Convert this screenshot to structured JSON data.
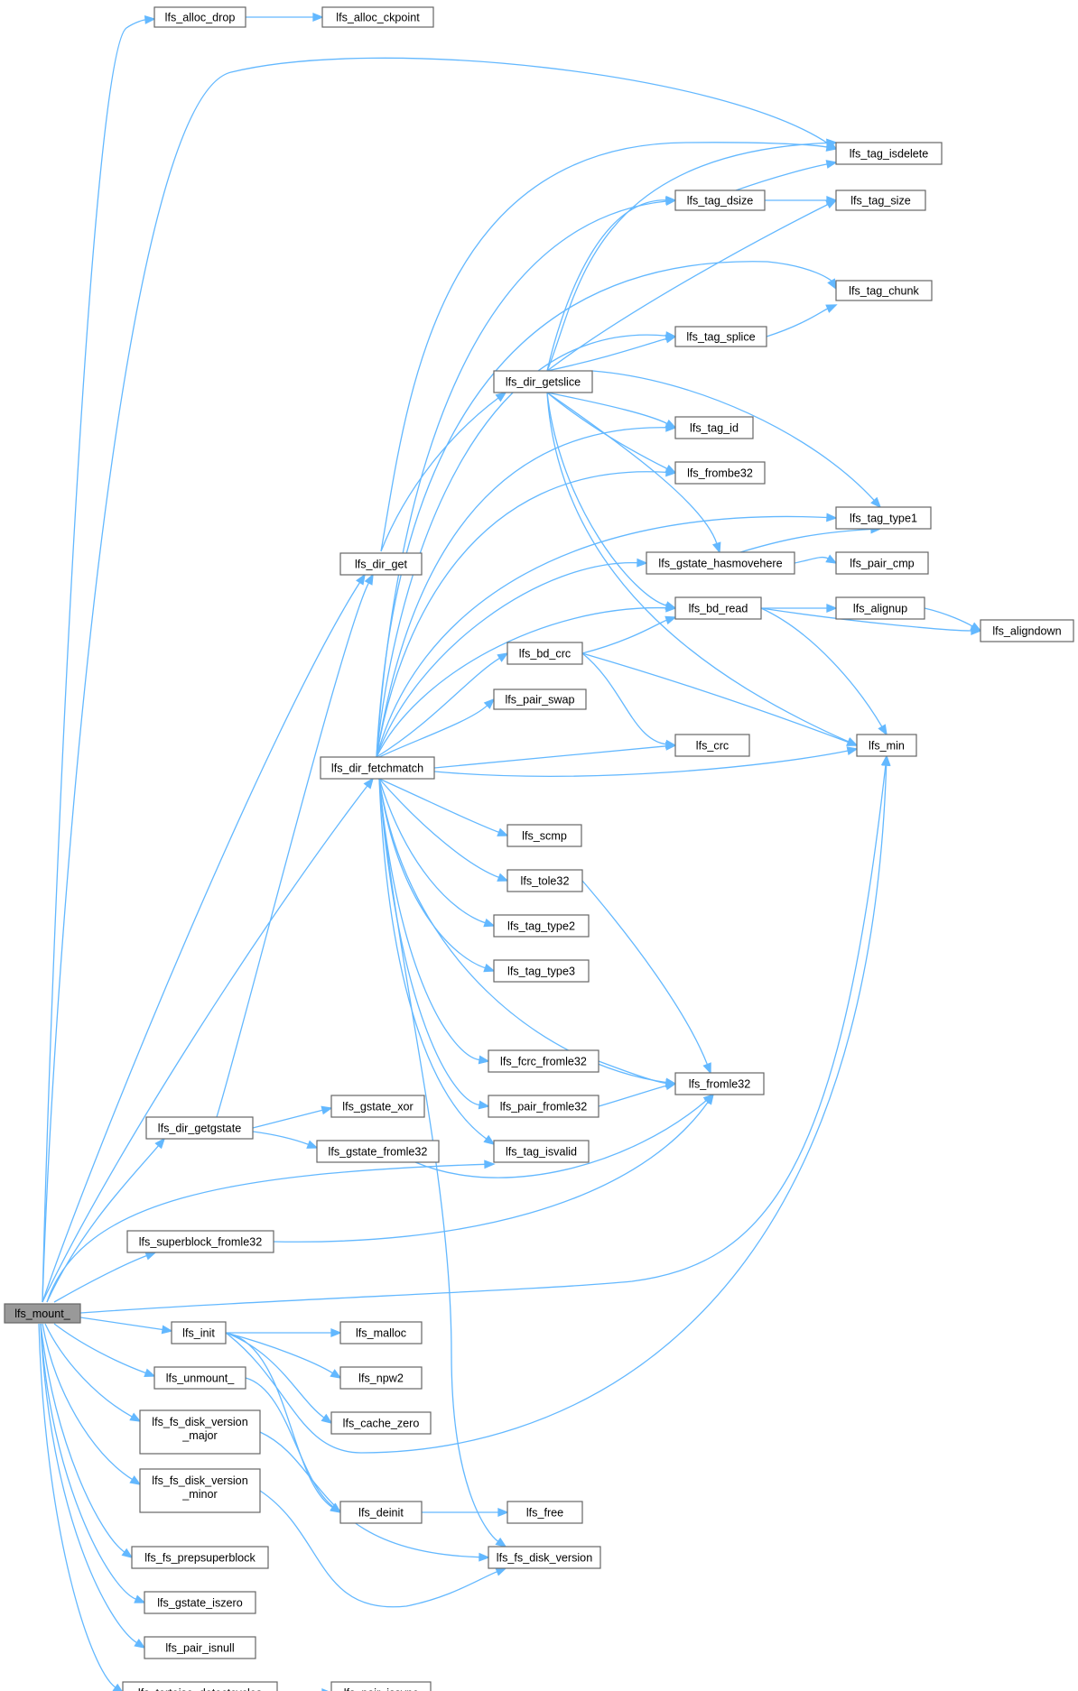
{
  "colors": {
    "edge": "#63b8ff",
    "node_border": "#666666",
    "root_fill": "#999999",
    "node_fill": "#ffffff"
  },
  "nodes": {
    "mount": [
      "lfs_mount_"
    ],
    "alloc_drop": [
      "lfs_alloc_drop"
    ],
    "alloc_ckpoint": [
      "lfs_alloc_ckpoint"
    ],
    "tag_isdelete": [
      "lfs_tag_isdelete"
    ],
    "tag_dsize": [
      "lfs_tag_dsize"
    ],
    "tag_size": [
      "lfs_tag_size"
    ],
    "tag_chunk": [
      "lfs_tag_chunk"
    ],
    "tag_splice": [
      "lfs_tag_splice"
    ],
    "dir_getslice": [
      "lfs_dir_getslice"
    ],
    "tag_id": [
      "lfs_tag_id"
    ],
    "frombe32": [
      "lfs_frombe32"
    ],
    "tag_type1": [
      "lfs_tag_type1"
    ],
    "dir_get": [
      "lfs_dir_get"
    ],
    "gstate_hasmovehere": [
      "lfs_gstate_hasmovehere"
    ],
    "pair_cmp": [
      "lfs_pair_cmp"
    ],
    "bd_read": [
      "lfs_bd_read"
    ],
    "alignup": [
      "lfs_alignup"
    ],
    "aligndown": [
      "lfs_aligndown"
    ],
    "bd_crc": [
      "lfs_bd_crc"
    ],
    "pair_swap": [
      "lfs_pair_swap"
    ],
    "crc": [
      "lfs_crc"
    ],
    "min": [
      "lfs_min"
    ],
    "dir_fetchmatch": [
      "lfs_dir_fetchmatch"
    ],
    "scmp": [
      "lfs_scmp"
    ],
    "tole32": [
      "lfs_tole32"
    ],
    "tag_type2": [
      "lfs_tag_type2"
    ],
    "tag_type3": [
      "lfs_tag_type3"
    ],
    "fcrc_fromle32": [
      "lfs_fcrc_fromle32"
    ],
    "fromle32": [
      "lfs_fromle32"
    ],
    "pair_fromle32": [
      "lfs_pair_fromle32"
    ],
    "dir_getgstate": [
      "lfs_dir_getgstate"
    ],
    "gstate_xor": [
      "lfs_gstate_xor"
    ],
    "gstate_fromle32": [
      "lfs_gstate_fromle32"
    ],
    "tag_isvalid": [
      "lfs_tag_isvalid"
    ],
    "superblock_fromle32": [
      "lfs_superblock_fromle32"
    ],
    "init": [
      "lfs_init"
    ],
    "malloc": [
      "lfs_malloc"
    ],
    "npw2": [
      "lfs_npw2"
    ],
    "unmount": [
      "lfs_unmount_"
    ],
    "cache_zero": [
      "lfs_cache_zero"
    ],
    "disk_version_major": [
      "lfs_fs_disk_version",
      "_major"
    ],
    "disk_version_minor": [
      "lfs_fs_disk_version",
      "_minor"
    ],
    "deinit": [
      "lfs_deinit"
    ],
    "free": [
      "lfs_free"
    ],
    "disk_version": [
      "lfs_fs_disk_version"
    ],
    "prepsuperblock": [
      "lfs_fs_prepsuperblock"
    ],
    "gstate_iszero": [
      "lfs_gstate_iszero"
    ],
    "pair_isnull": [
      "lfs_pair_isnull"
    ],
    "tortoise_detectcycles": [
      "lfs_tortoise_detectcycles"
    ],
    "pair_issync": [
      "lfs_pair_issync"
    ]
  }
}
